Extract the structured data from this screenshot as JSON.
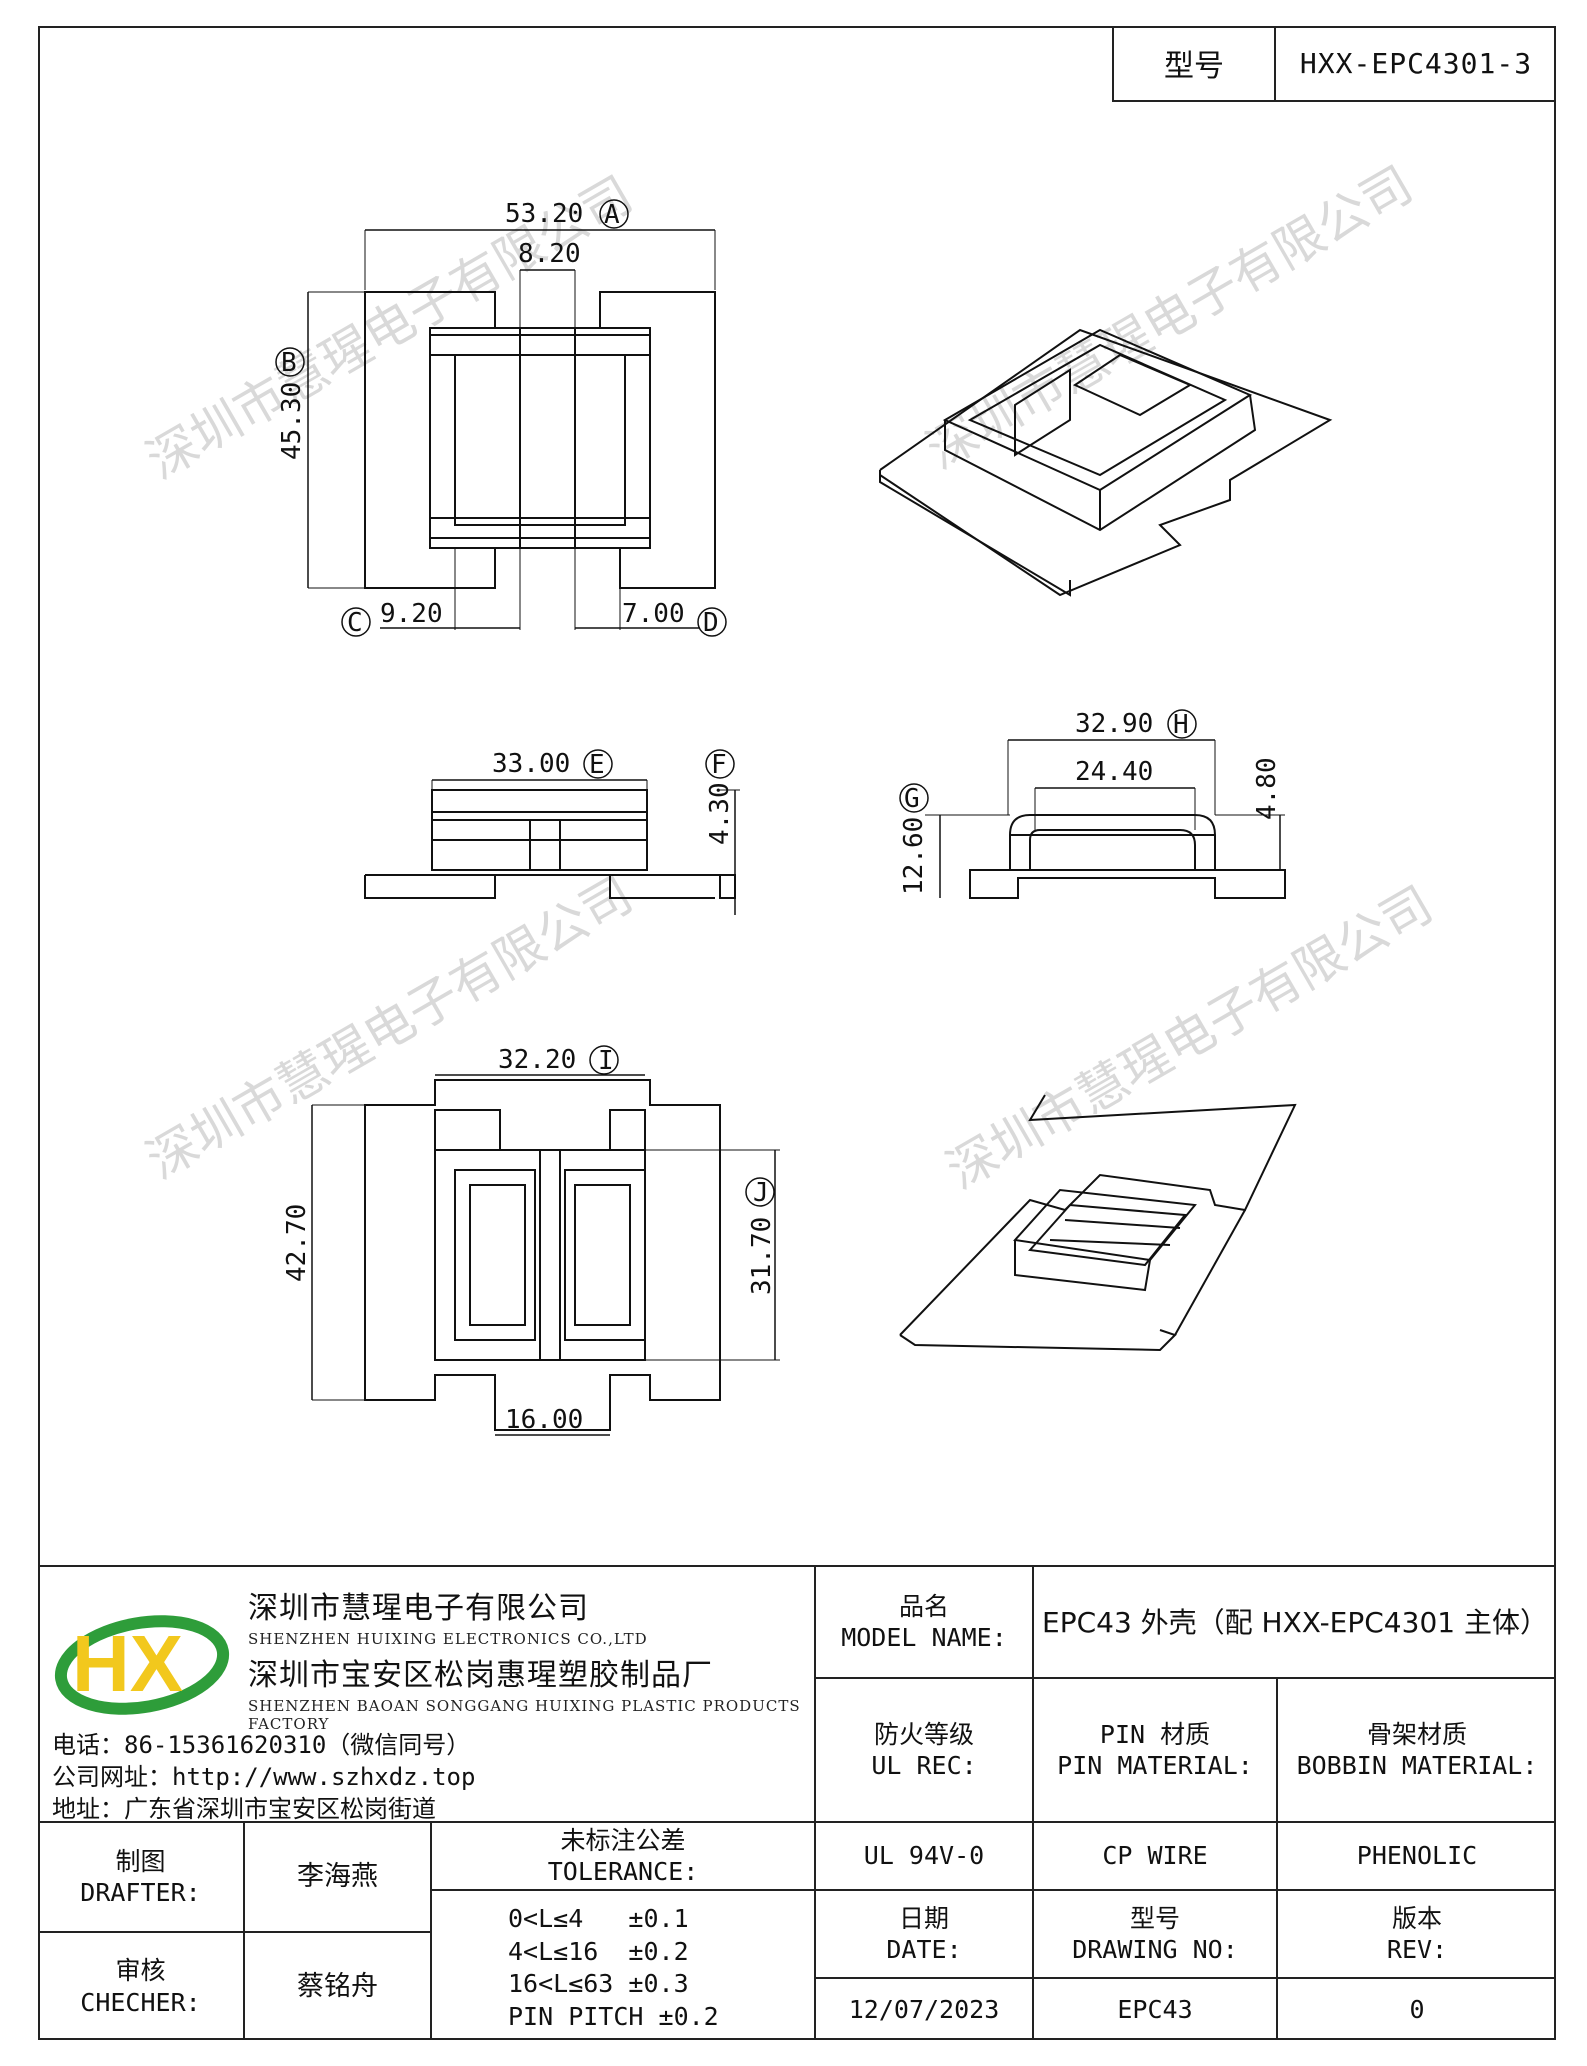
{
  "header": {
    "model_label": "型号",
    "model_value": "HXX-EPC4301-3"
  },
  "watermark": {
    "text": "深圳市慧瑆电子有限公司"
  },
  "dimensions": {
    "top_width": "53.20",
    "top_width_tag": "A",
    "center_width": "8.20",
    "height_b": "45.30",
    "height_b_tag": "B",
    "c_value": "9.20",
    "c_tag": "C",
    "d_value": "7.00",
    "d_tag": "D",
    "e_value": "33.00",
    "e_tag": "E",
    "f_value": "4.30",
    "f_tag": "F",
    "h_value": "32.90",
    "h_tag": "H",
    "inner_width": "24.40",
    "side_height": "4.80",
    "g_value": "12.60",
    "g_tag": "G",
    "i_value": "32.20",
    "i_tag": "I",
    "bottom_height": "42.70",
    "j_value": "31.70",
    "j_tag": "J",
    "bottom_width": "16.00"
  },
  "company": {
    "name_cn": "深圳市慧瑆电子有限公司",
    "name_en": "SHENZHEN HUIXING ELECTRONICS CO.,LTD",
    "factory_cn": "深圳市宝安区松岗惠瑆塑胶制品厂",
    "factory_en": "SHENZHEN BAOAN SONGGANG HUIXING PLASTIC PRODUCTS FACTORY",
    "phone": "电话：86-15361620310（微信同号）",
    "website": "公司网址：http://www.szhxdz.top",
    "address": "地址：广东省深圳市宝安区松岗街道",
    "logo_text": "HX"
  },
  "title_block": {
    "model_name_cn": "品名",
    "model_name_en": "MODEL NAME:",
    "model_name_value": "EPC43 外壳（配 HXX-EPC4301 主体）",
    "ul_rec_cn": "防火等级",
    "ul_rec_en": "UL REC:",
    "pin_material_cn": "PIN 材质",
    "pin_material_en": "PIN MATERIAL:",
    "bobbin_material_cn": "骨架材质",
    "bobbin_material_en": "BOBBIN MATERIAL:",
    "ul_value": "UL 94V-0",
    "pin_value": "CP WIRE",
    "bobbin_value": "PHENOLIC",
    "drafter_cn": "制图",
    "drafter_en": "DRAFTER:",
    "drafter_name": "李海燕",
    "checker_cn": "审核",
    "checker_en": "CHECHER:",
    "checker_name": "蔡铭舟",
    "tolerance_cn": "未标注公差",
    "tolerance_en": "TOLERANCE:",
    "tolerances": [
      "0<L≤4   ±0.1",
      "4<L≤16  ±0.2",
      "16<L≤63 ±0.3",
      "PIN PITCH ±0.2"
    ],
    "date_cn": "日期",
    "date_en": "DATE:",
    "date_value": "12/07/2023",
    "drawing_no_cn": "型号",
    "drawing_no_en": "DRAWING NO:",
    "drawing_no_value": "EPC43",
    "rev_cn": "版本",
    "rev_en": "REV:",
    "rev_value": "0"
  }
}
